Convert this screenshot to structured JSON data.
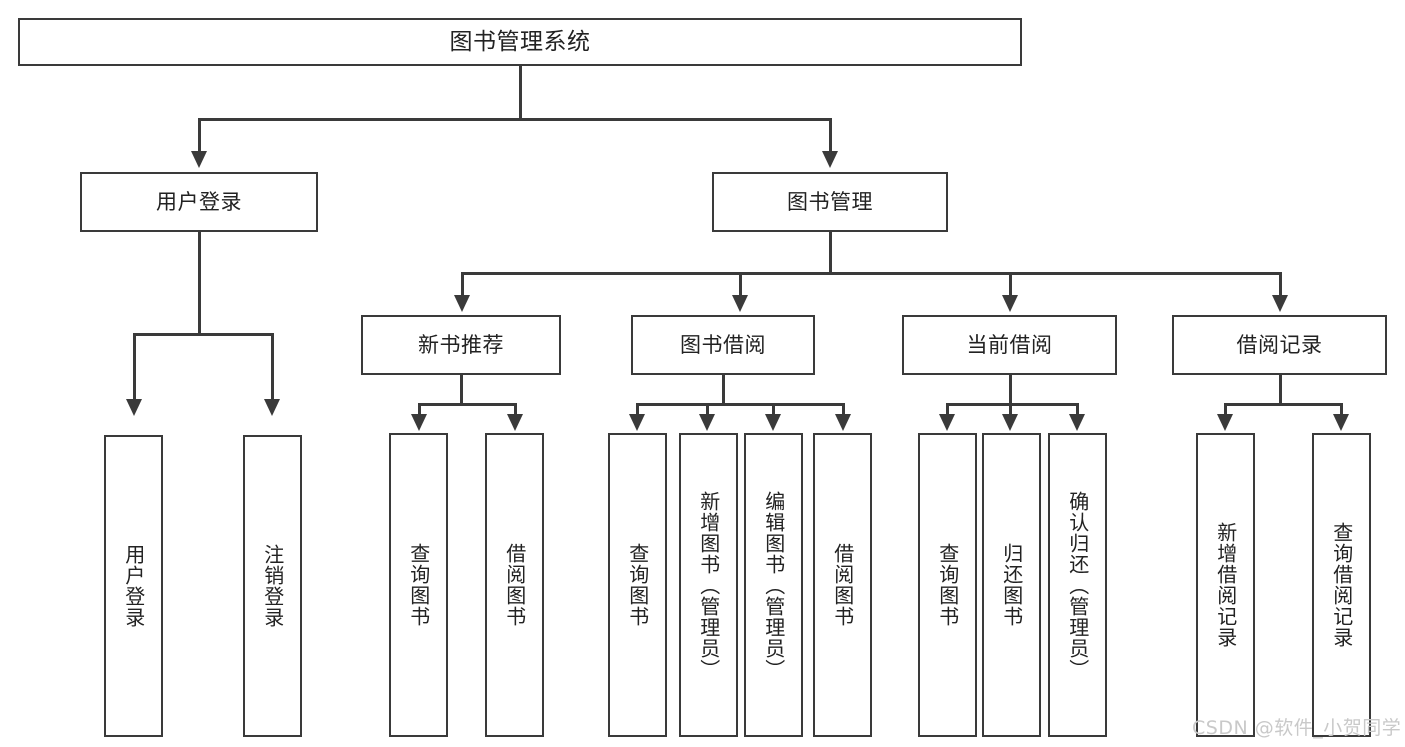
{
  "diagram": {
    "title": "图书管理系统",
    "type": "tree-hierarchy-chart",
    "root": {
      "label": "图书管理系统"
    },
    "level1": [
      {
        "label": "用户登录"
      },
      {
        "label": "图书管理"
      }
    ],
    "level2": [
      {
        "label": "新书推荐"
      },
      {
        "label": "图书借阅"
      },
      {
        "label": "当前借阅"
      },
      {
        "label": "借阅记录"
      }
    ],
    "leaves": [
      {
        "label": "用户登录"
      },
      {
        "label": "注销登录"
      },
      {
        "label": "查询图书"
      },
      {
        "label": "借阅图书"
      },
      {
        "label": "查询图书"
      },
      {
        "label": "新增图书（管理员）"
      },
      {
        "label": "编辑图书（管理员）"
      },
      {
        "label": "借阅图书"
      },
      {
        "label": "查询图书"
      },
      {
        "label": "归还图书"
      },
      {
        "label": "确认归还（管理员）"
      },
      {
        "label": "新增借阅记录"
      },
      {
        "label": "查询借阅记录"
      }
    ]
  },
  "watermark": {
    "text": "CSDN @软件_小贺同学"
  },
  "colors": {
    "border": "#3a3a3a",
    "background": "#ffffff",
    "text": "#222222",
    "watermark": "#c9c9c9"
  }
}
